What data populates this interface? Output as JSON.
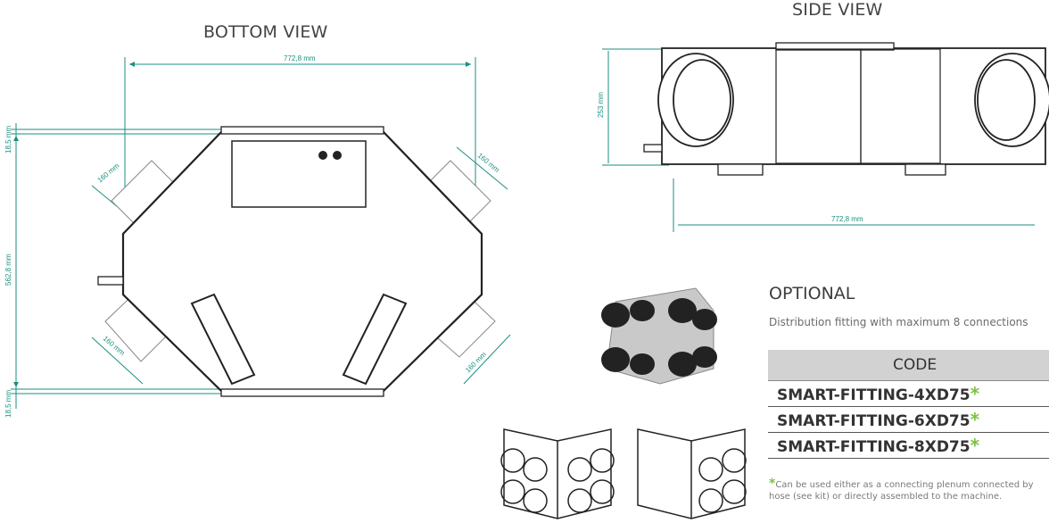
{
  "bottom_view": {
    "title": "BOTTOM VIEW",
    "dim_width": "772,8 mm",
    "dim_height": "562,8 mm",
    "dim_top_offset": "18,5 mm",
    "dim_bottom_offset": "18,5 mm",
    "dim_port_top_left": "160 mm",
    "dim_port_top_right": "160 mm",
    "dim_port_bottom_left": "160 mm",
    "dim_port_bottom_right": "160 mm"
  },
  "side_view": {
    "title": "SIDE VIEW",
    "dim_height": "253 mm",
    "dim_width": "772,8 mm"
  },
  "optional": {
    "heading": "OPTIONAL",
    "description": "Distribution fitting with maximum 8 connections",
    "table_header": "CODE",
    "codes": [
      "SMART-FITTING-4XD75",
      "SMART-FITTING-6XD75",
      "SMART-FITTING-8XD75"
    ],
    "asterisk": "*",
    "footnote_line1": "Can be used either as a connecting plenum connected by",
    "footnote_line2": "hose (see kit) or directly assembled to the machine."
  },
  "colors": {
    "dimension": "#1a8f80",
    "accent_star": "#7cc242",
    "table_header_bg": "#d2d2d2"
  }
}
